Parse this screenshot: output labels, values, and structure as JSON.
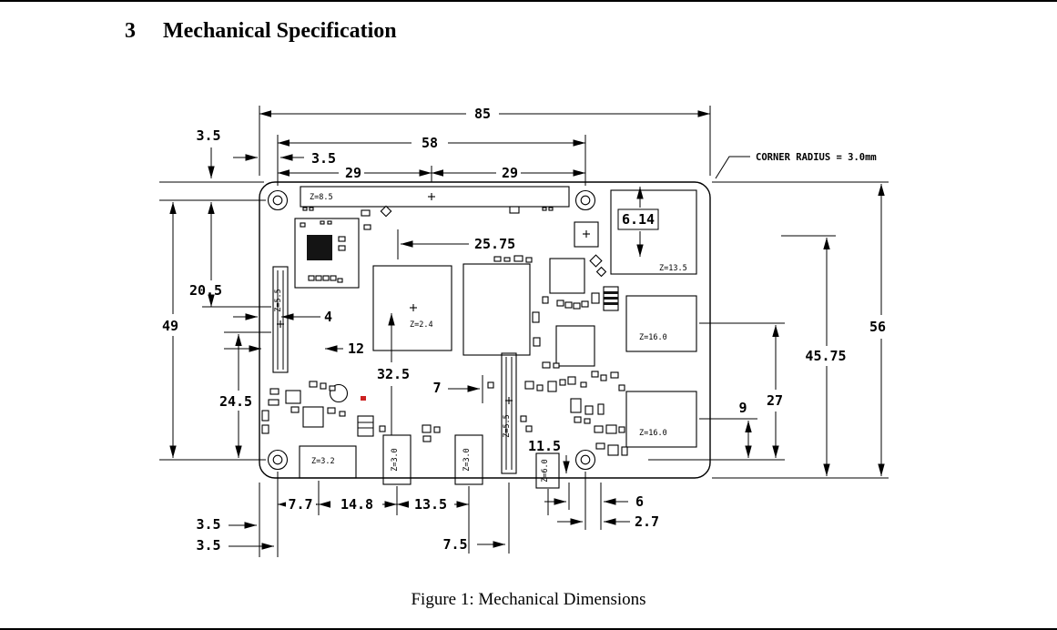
{
  "page": {
    "section_number": "3",
    "section_title": "Mechanical Specification",
    "caption": "Figure 1: Mechanical Dimensions"
  },
  "drawing": {
    "corner_note": "CORNER RADIUS = 3.0mm",
    "dims": {
      "board_width": "85",
      "hole_pitch_x": "58",
      "top_edge_to_hole": "3.5",
      "left_edge_to_hole": "3.5",
      "pitch_left": "29",
      "pitch_right": "29",
      "poe_offset": "6.14",
      "wireless_offset": "25.75",
      "d20_5": "20.5",
      "hole_pitch_y": "49",
      "display_offset": "4",
      "d12": "12",
      "d32_5": "32.5",
      "d7": "7",
      "d24_5": "24.5",
      "d11_5": "11.5",
      "board_height": "56",
      "d45_75": "45.75",
      "d27": "27",
      "d9": "9",
      "bottom_3_5_a": "3.5",
      "bottom_3_5_b": "3.5",
      "d7_7": "7.7",
      "d14_8": "14.8",
      "d13_5": "13.5",
      "d7_5": "7.5",
      "d6": "6",
      "d2_7": "2.7"
    },
    "z_heights": {
      "gpio": "Z=8.5",
      "ethernet": "Z=13.5",
      "usb_top": "Z=16.0",
      "usb_bottom": "Z=16.0",
      "soc": "Z=2.4",
      "usb_c": "Z=3.2",
      "hdmi0": "Z=3.0",
      "hdmi1": "Z=3.0",
      "display": "Z=5.5",
      "camera": "Z=5.5",
      "av_jack": "Z=6.0"
    }
  }
}
